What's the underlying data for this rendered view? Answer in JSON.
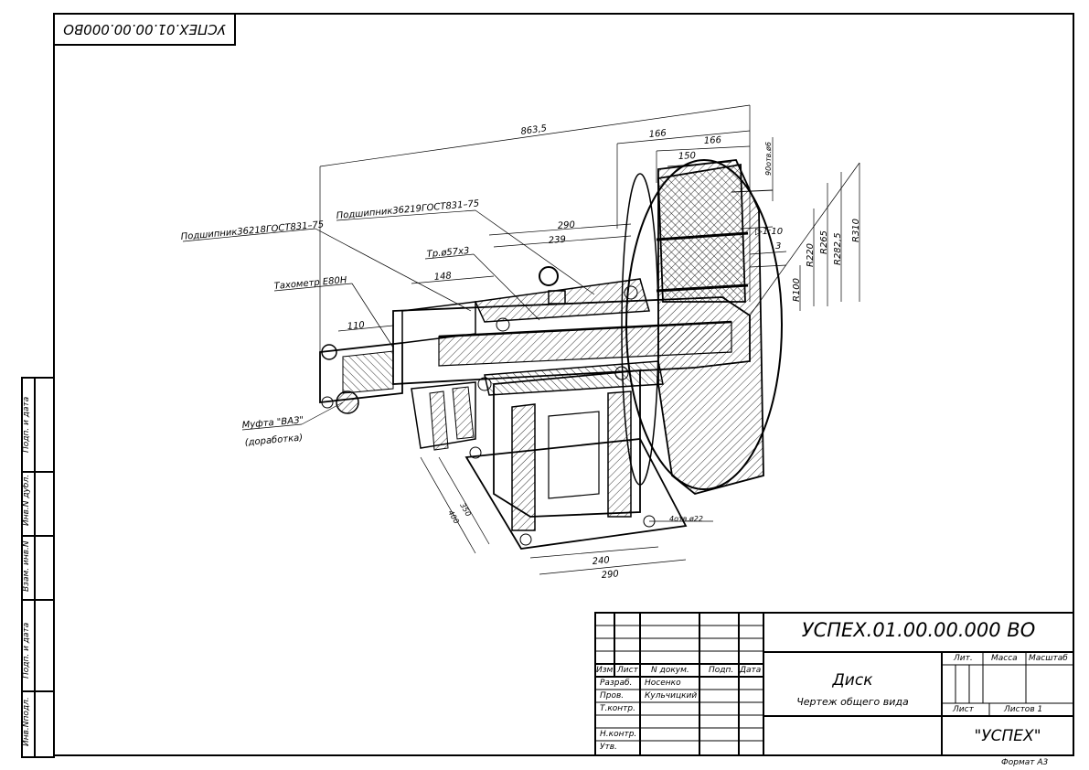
{
  "sheet": {
    "corner_code": "УСПЕХ.01.00.00.000ВО",
    "format": "Формат А3"
  },
  "left_strip": {
    "podp_data_1": "Подп. и дата",
    "inv_dubl": "Инв.N дубл.",
    "vzam_inv": "Взам. инв.N",
    "podp_data_2": "Подп. и дата",
    "inv_podl": "Инв.Nподл."
  },
  "drawing": {
    "dim_863": "863,5",
    "dim_166a": "166",
    "dim_166b": "166",
    "dim_150": "150",
    "dim_90": "90отв.ø6",
    "dim_290": "290",
    "dim_239": "239",
    "dim_148": "148",
    "dim_110": "110",
    "dim_taper": "▷1:10",
    "dim_3": "3",
    "dim_r100": "R100",
    "dim_r220": "R220",
    "dim_r265": "R265",
    "dim_r2825": "R282,5",
    "dim_r310": "R310",
    "dim_400": "400",
    "dim_350": "350",
    "dim_240": "240",
    "dim_290b": "290",
    "holes": "4отв.ø22",
    "bearing1": "Подшипник36218ГОСТ831–75",
    "bearing2": "Подшипник36219ГОСТ831–75",
    "thread": "Тр.ø57х3",
    "tacho": "Тахометр Е80Н",
    "coupling1": "Муфта \"ВАЗ\"",
    "coupling2": "(доработка)"
  },
  "title_block": {
    "doc_number": "УСПЕХ.01.00.00.000  ВО",
    "col_izm": "Изм.",
    "col_list": "Лист",
    "col_ndoc": "N докум.",
    "col_podp": "Подп.",
    "col_data": "Дата",
    "razrab": "Разраб.",
    "razrab_name": "Носенко",
    "prov": "Пров.",
    "prov_name": "Кульчицкий",
    "tkontr": "Т.контр.",
    "nkontr": "Н.контр.",
    "utv": "Утв.",
    "part_name": "Диск",
    "doc_type": "Чертеж общего вида",
    "lit": "Лит.",
    "massa": "Масса",
    "masshtab": "Масштаб",
    "list": "Лист",
    "listov": "Листов  1",
    "org": "\"УСПЕХ\""
  }
}
